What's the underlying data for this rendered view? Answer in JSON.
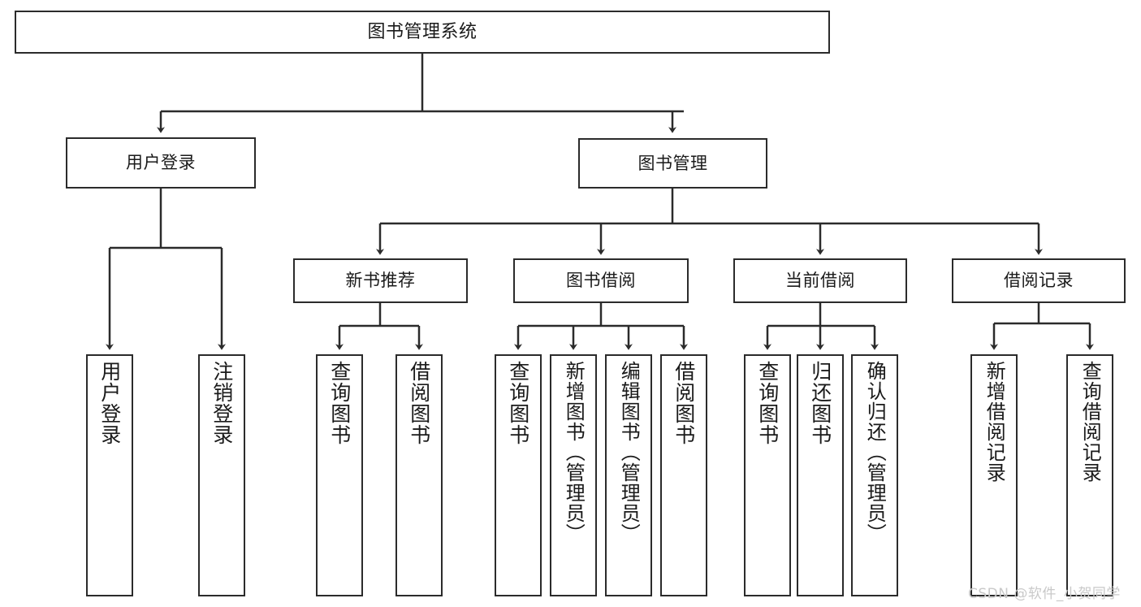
{
  "diagram": {
    "title": "图书管理系统",
    "watermark": "CSDN @软件_小贺同学",
    "stroke_color": "#2b2b2b",
    "fill_color": "#ffffff",
    "watermark_color": "#c9c9c9"
  },
  "nodes": {
    "root": {
      "label": "图书管理系统"
    },
    "level2": [
      {
        "id": "user-login",
        "label": "用户登录"
      },
      {
        "id": "book-manage",
        "label": "图书管理"
      }
    ],
    "level3": [
      {
        "id": "new-book-recommend",
        "label": "新书推荐"
      },
      {
        "id": "book-borrow",
        "label": "图书借阅"
      },
      {
        "id": "current-borrow",
        "label": "当前借阅"
      },
      {
        "id": "borrow-record",
        "label": "借阅记录"
      }
    ],
    "leaves": {
      "user_login": [
        {
          "id": "leaf-user-login",
          "label": "用户登录"
        },
        {
          "id": "leaf-logout-login",
          "label": "注销登录"
        }
      ],
      "new_book_recommend": [
        {
          "id": "leaf-query-book-1",
          "label": "查询图书"
        },
        {
          "id": "leaf-borrow-book-1",
          "label": "借阅图书"
        }
      ],
      "book_borrow": [
        {
          "id": "leaf-query-book-2",
          "label": "查询图书"
        },
        {
          "id": "leaf-add-book",
          "label": "新增图书（管理员）"
        },
        {
          "id": "leaf-edit-book",
          "label": "编辑图书（管理员）"
        },
        {
          "id": "leaf-borrow-book-2",
          "label": "借阅图书"
        }
      ],
      "current_borrow": [
        {
          "id": "leaf-query-book-3",
          "label": "查询图书"
        },
        {
          "id": "leaf-return-book",
          "label": "归还图书"
        },
        {
          "id": "leaf-confirm-return",
          "label": "确认归还（管理员）"
        }
      ],
      "borrow_record": [
        {
          "id": "leaf-add-record",
          "label": "新增借阅记录"
        },
        {
          "id": "leaf-query-record",
          "label": "查询借阅记录"
        }
      ]
    }
  }
}
